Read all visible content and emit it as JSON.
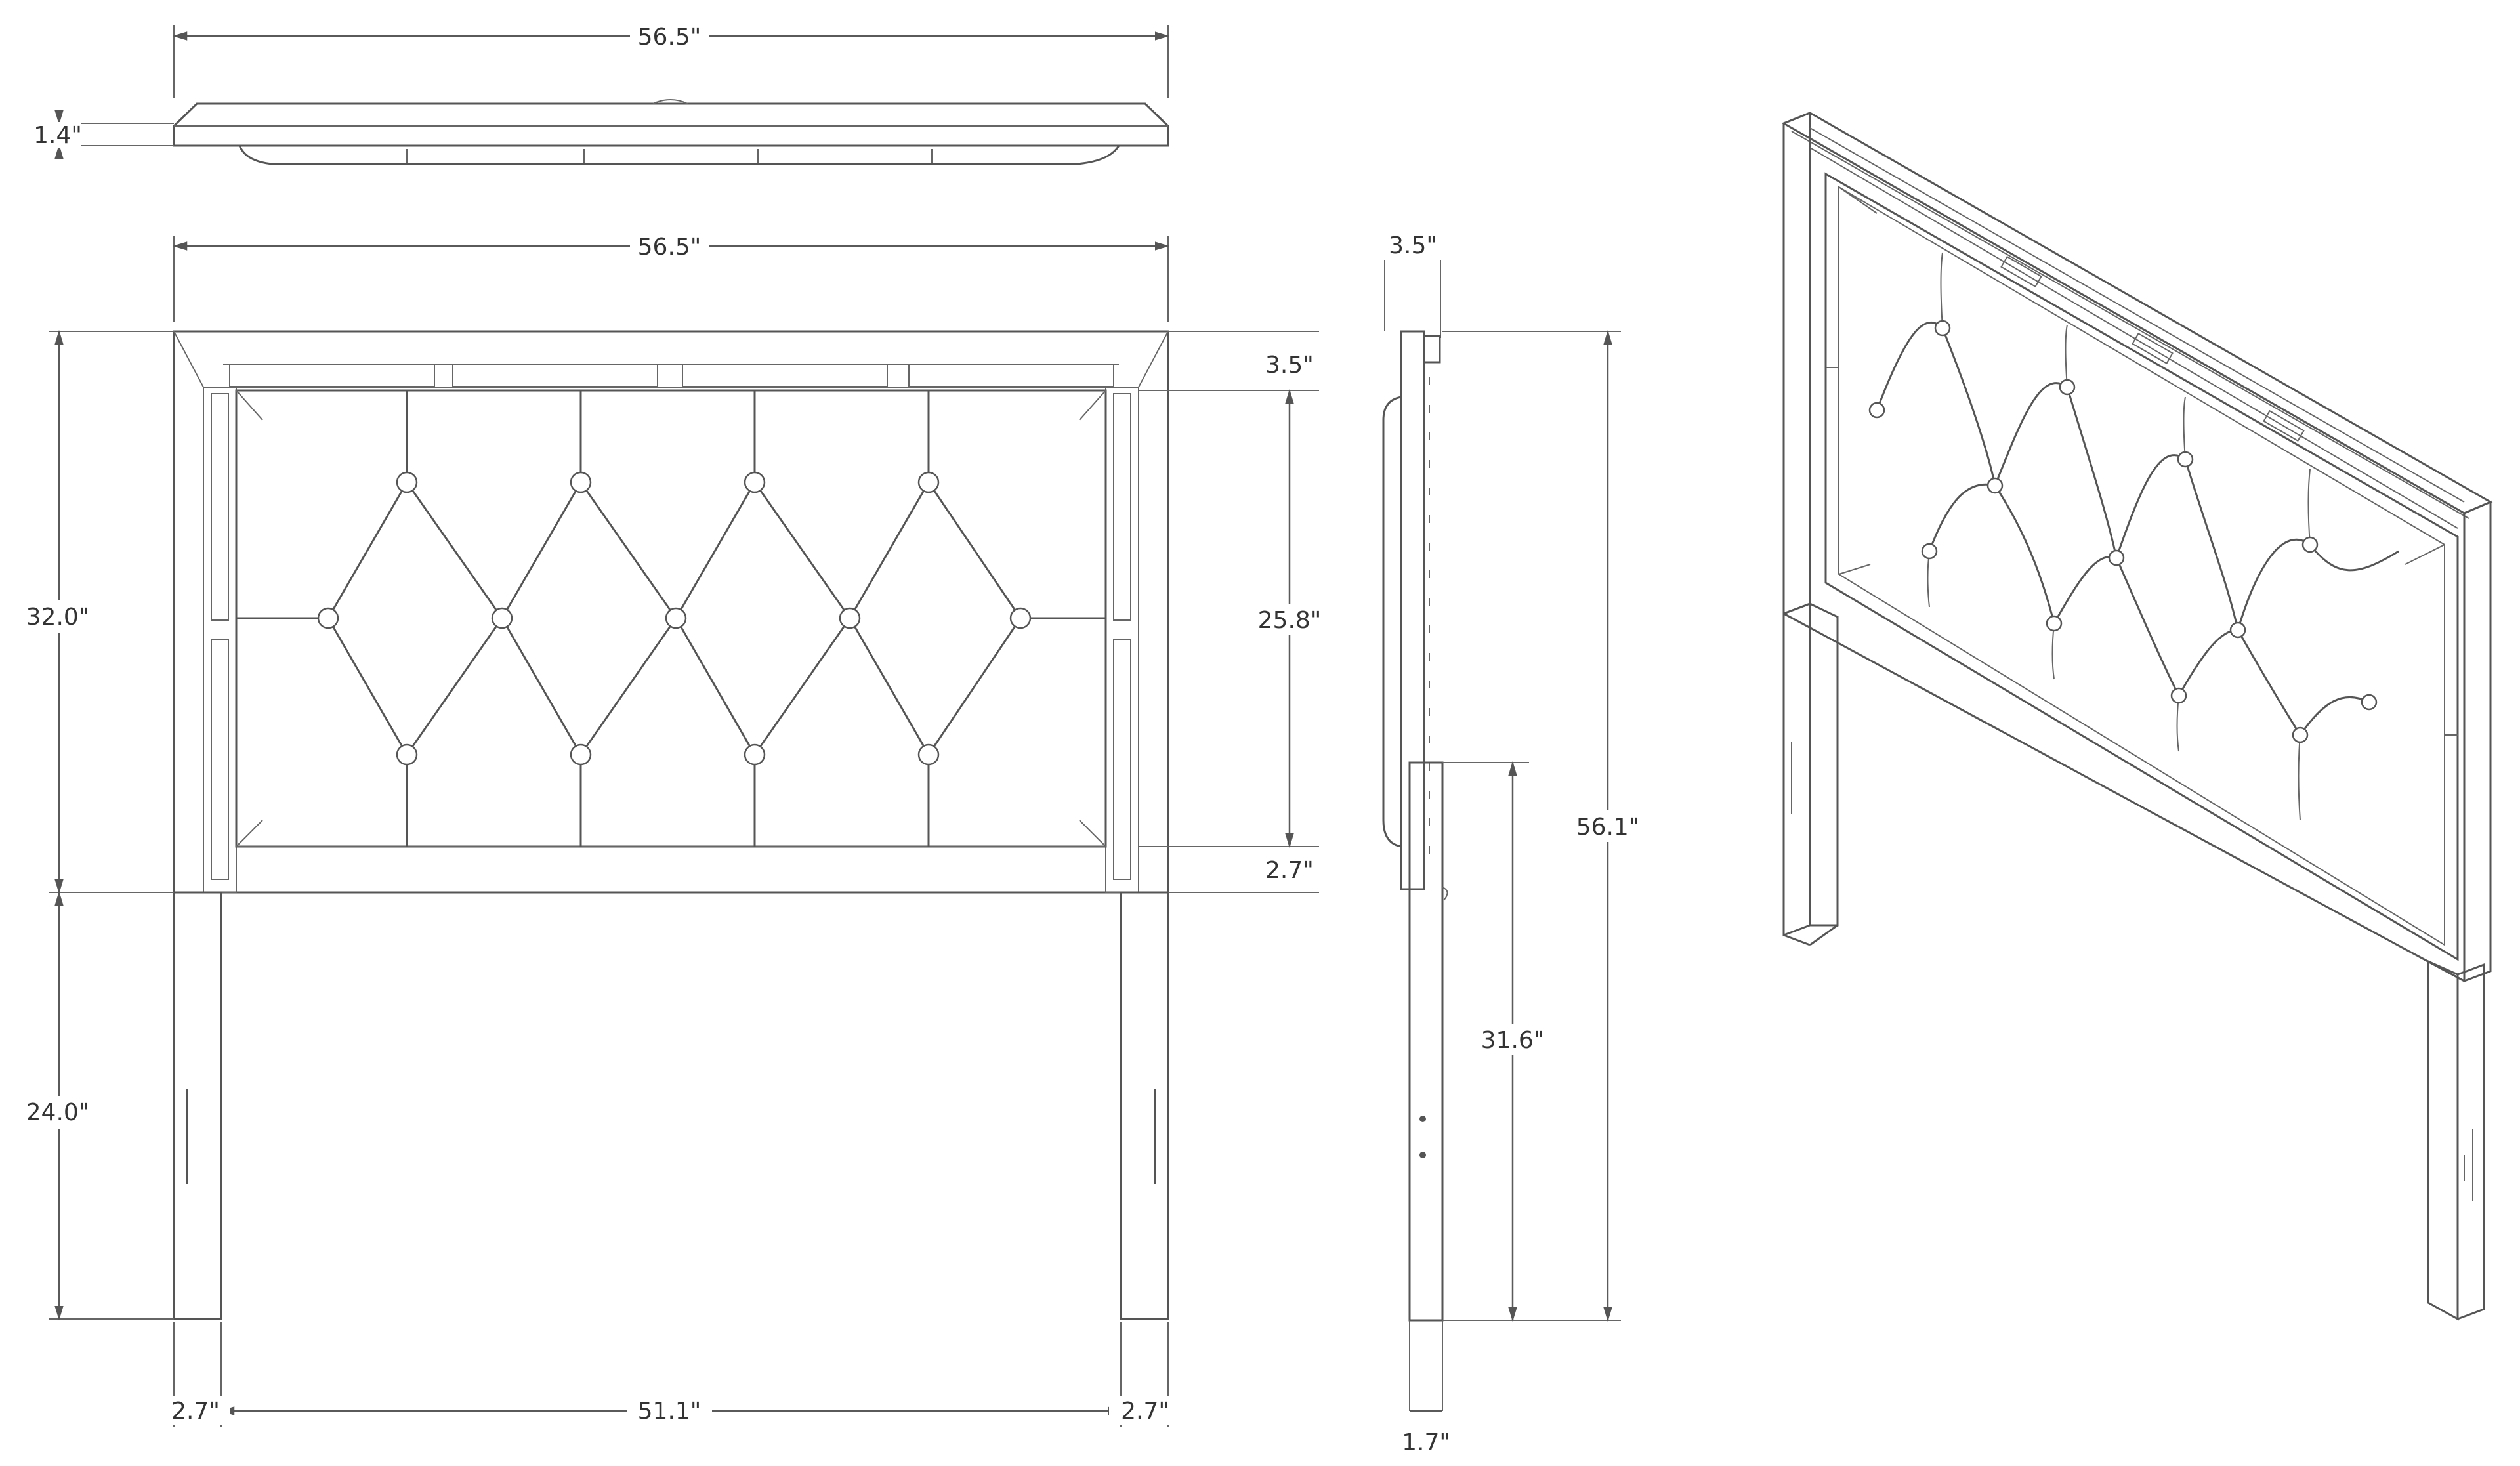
{
  "drawing": {
    "top_view": {
      "width": "56.5\"",
      "depth": "1.4\""
    },
    "front_view": {
      "overall_width": "56.5\"",
      "frame_top": "3.5\"",
      "panel_height": "25.8\"",
      "frame_bottom": "2.7\"",
      "headboard_height": "32.0\"",
      "leg_height": "24.0\"",
      "leg_left": "2.7\"",
      "between_legs": "51.1\"",
      "leg_right": "2.7\""
    },
    "side_view": {
      "thickness": "3.5\"",
      "overall_height": "56.1\"",
      "leg_rise": "31.6\"",
      "leg_depth": "1.7\""
    }
  }
}
